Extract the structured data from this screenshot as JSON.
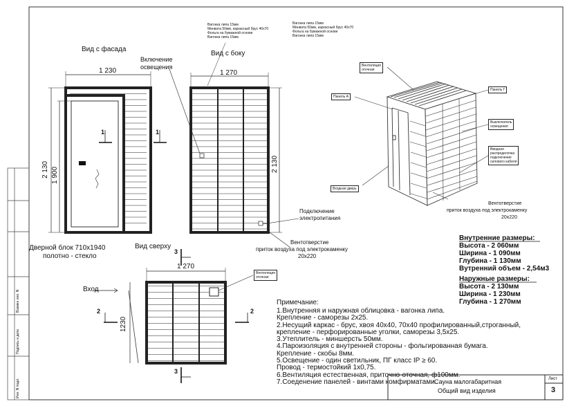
{
  "views": {
    "front_title": "Вид с фасада",
    "side_title": "Вид с боку",
    "top_title": "Вид сверху"
  },
  "dims": {
    "front_width": "1 230",
    "front_height_outer": "2 130",
    "front_height_door": "1 900",
    "side_width": "1 270",
    "side_height": "2 130",
    "top_width": "1 270",
    "top_depth": "1230"
  },
  "callouts": {
    "light_switch": [
      "Включение",
      "освещения"
    ],
    "power": [
      "Подключение",
      "электропитания"
    ],
    "vent_side": [
      "Вентотверстие",
      "приток воздуха под электрокаменку",
      "20х220"
    ],
    "door_block": [
      "Дверной блок 710х1940",
      "полотно - стекло"
    ],
    "entrance": "Вход",
    "vent_top": [
      "Вентиляция",
      "оточная"
    ]
  },
  "section_marks": [
    "1",
    "1",
    "2",
    "2",
    "3",
    "3"
  ],
  "layer_note_1": [
    "Вагонка липа 15мм",
    "Минвата 50мм, каркасный брус 40х70",
    "Фольга на бумажной основе",
    "Вагонка липа 15мм"
  ],
  "layer_note_2": [
    "Вагонка липа 15мм",
    "Минвата 50мм, каркасный брус 40х70",
    "Фольга на бумажной основе",
    "Вагонка липа 15мм"
  ],
  "iso_labels": {
    "vent": [
      "Вентиляция",
      "оточная"
    ],
    "panel_a": "Панель А",
    "panel_g": "Панель Г",
    "switch": [
      "Выключатель",
      "освещения"
    ],
    "junction": [
      "Вводная",
      "распределочка",
      "подключение",
      "силового кабеля"
    ],
    "door": "Входная дверь",
    "vent_bottom": [
      "Вентотверстие",
      "приток воздуха под электрокаменку",
      "20х220"
    ]
  },
  "inner_dims": {
    "title": "Внутренние размеры:",
    "lines": [
      "Высота  - 2 060мм",
      "Ширина - 1 090мм",
      "Глубина - 1 130мм",
      "Вутренний объем - 2,54м3"
    ]
  },
  "outer_dims": {
    "title": "Наружные  размеры:",
    "lines": [
      "Высота  - 2 130мм",
      "Ширина - 1 230мм",
      "Глубина - 1 270мм"
    ]
  },
  "notes": {
    "title": "Примечание:",
    "lines": [
      "1.Внутренняя и наружная облицовка - вагонка липа.",
      "   Крепление - саморезы 2х25.",
      "2.Несущий каркас - брус, хвоя  40х40, 70х40 профилированный,строганный,",
      "   крепление - перфорированные уголки, саморезы 3,5х25.",
      "3.Утеплитель - миншерсть 50мм.",
      "4.Пароизоляция с внутренней стороны -     фольгированная бумага.",
      "   Крепление - скобы 8мм.",
      "5.Освещение - один светильник, ПГ класс  IP ≥ 60.",
      "   Провод - термостойкий 1х0,75.",
      "6.Вентиляция естественная, приточно-оточная, ф100мм.",
      "7.Соеденение панелей - винтами комфирматами."
    ]
  },
  "title_block": {
    "line1": "Сауна малогабаритная",
    "line2": "Общий вид изделия",
    "sheet_label": "Лист",
    "sheet_number": "3"
  },
  "margin_stamps": [
    "Взамен инв. N",
    "Подпись и дата",
    "Инв. N подл."
  ]
}
